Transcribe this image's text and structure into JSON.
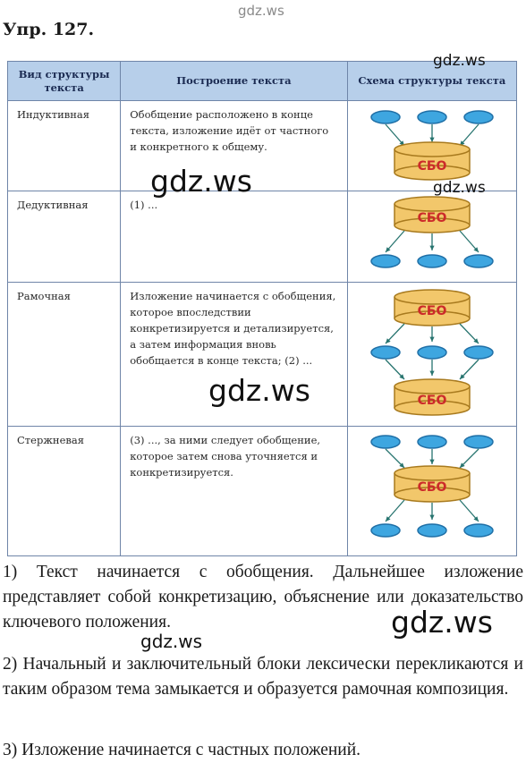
{
  "watermarks": [
    "gdz.ws",
    "gdz.ws",
    "gdz.ws",
    "gdz.ws",
    "gdz.ws",
    "gdz.ws",
    "gdz.ws"
  ],
  "exercise_title": "Упр. 127.",
  "table": {
    "headers": [
      "Вид структуры текста",
      "Построение текста",
      "Схема структуры текста"
    ],
    "rows": [
      {
        "type": "Индуктивная",
        "construction": "Обобщение расположено в конце текста, изложение идёт от частного и конкретного к общему.",
        "scheme": "inductive"
      },
      {
        "type": "Дедуктивная",
        "construction": "(1) ...",
        "scheme": "deductive"
      },
      {
        "type": "Рамочная",
        "construction": "Изложение начинается с обобщения, которое впоследствии конкретизируется и детализируется, а затем информация вновь обобщается в конце текста; (2) ...",
        "scheme": "frame"
      },
      {
        "type": "Стержневая",
        "construction": "(3) ..., за ними следует обобщение, которое затем снова уточняется и конкретизируется.",
        "scheme": "core"
      }
    ],
    "block_label": "СБО"
  },
  "answers": [
    "1) Текст начинается с обобщения. Дальнейшее изложение представляет собой конкретизацию, объяснение или доказательство ключевого положения.",
    "2) Начальный и заключительный блоки лексически перекликаются и таким образом тема замыкается и образуется рамочная композиция.",
    "3) Изложение начинается с частных положений."
  ],
  "colors": {
    "header_bg": "#b7cfea",
    "border": "#6f85a8",
    "ellipse_fill": "#3ea6e0",
    "ellipse_stroke": "#1f6fa6",
    "cylinder_fill": "#f2c76b",
    "cylinder_stroke": "#a87a1e",
    "block_text": "#cc2a2a",
    "arrow": "#27746f"
  }
}
